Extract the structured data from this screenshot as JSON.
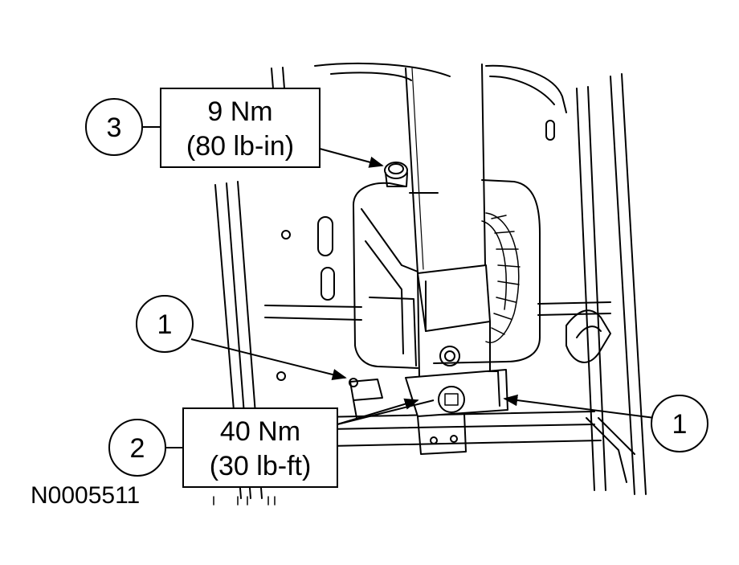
{
  "callouts": {
    "c1_left": "1",
    "c1_right": "1",
    "c2": "2",
    "c3": "3"
  },
  "torque": {
    "t3_line1": "9 Nm",
    "t3_line2": "(80 lb-in)",
    "t2_line1": "40 Nm",
    "t2_line2": "(30 lb-ft)"
  },
  "figure_id": "N0005511"
}
